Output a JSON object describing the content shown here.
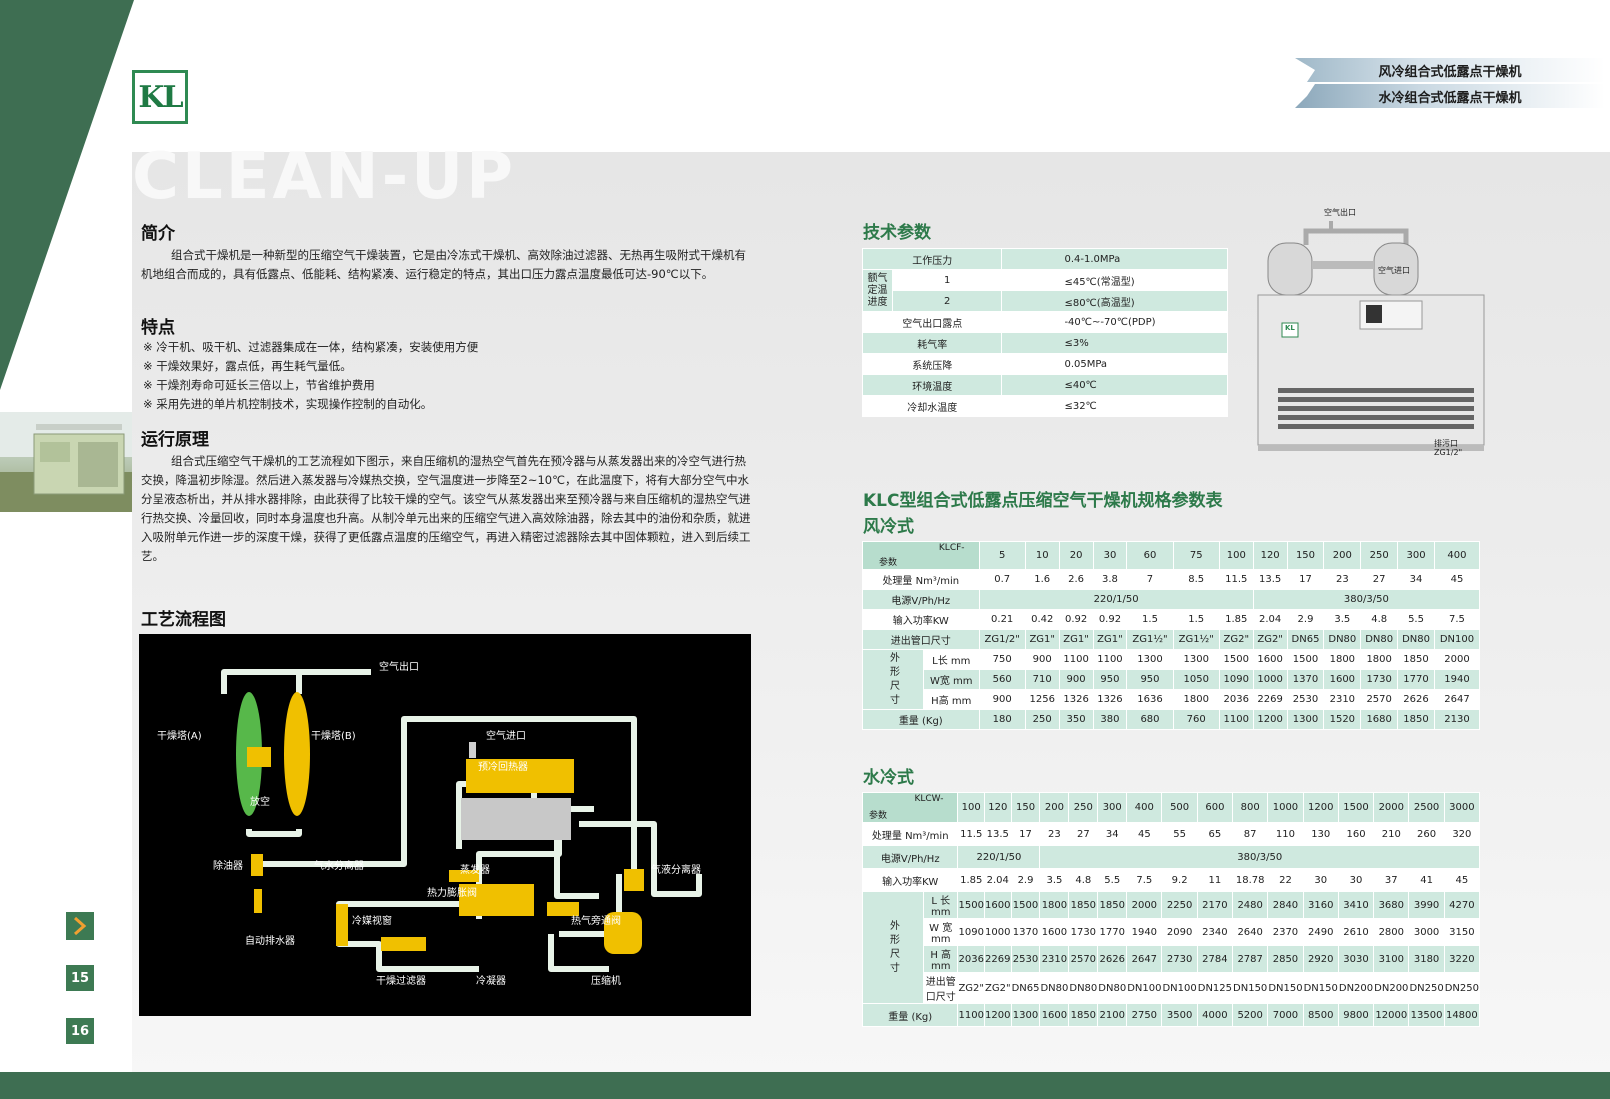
{
  "header": {
    "logo_text": "KL",
    "watermark": "CLEAN-UP",
    "tab1": "风冷组合式低露点干燥机",
    "tab2": "水冷组合式低露点干燥机"
  },
  "intro": {
    "title": "简介",
    "body": "组合式干燥机是一种新型的压缩空气干燥装置，它是由冷冻式干燥机、高效除油过滤器、无热再生吸附式干燥机有机地组合而成的，具有低露点、低能耗、结构紧凑、运行稳定的特点，其出口压力露点温度最低可达-90℃以下。"
  },
  "features": {
    "title": "特点",
    "items": [
      "※ 冷干机、吸干机、过滤器集成在一体，结构紧凑，安装使用方便",
      "※ 干燥效果好，露点低，再生耗气量低。",
      "※ 干燥剂寿命可延长三倍以上，节省维护费用",
      "※ 采用先进的单片机控制技术，实现操作控制的自动化。"
    ]
  },
  "principle": {
    "title": "运行原理",
    "body": "组合式压缩空气干燥机的工艺流程如下图示，来自压缩机的湿热空气首先在预冷器与从蒸发器出来的冷空气进行热交换，降温初步除湿。然后进入蒸发器与冷媒热交换，空气温度进一步降至2~10℃，在此温度下，将有大部分空气中水分呈液态析出，并从排水器排除，由此获得了比较干燥的空气。该空气从蒸发器出来至预冷器与来自压缩机的湿热空气进行热交换、冷量回收，同时本身温度也升高。从制冷单元出来的压缩空气进入高效除油器，除去其中的油份和杂质，就进入吸附单元作进一步的深度干燥，获得了更低露点温度的压缩空气，再进入精密过滤器除去其中固体颗粒，进入到后续工艺。"
  },
  "flow": {
    "title": "工艺流程图",
    "labels": {
      "air_out": "空气出口",
      "tower_a": "干燥塔(A)",
      "tower_b": "干燥塔(B)",
      "vent": "放空",
      "oil_remover": "除油器",
      "auto_drain": "自动排水器",
      "air_in": "空气进口",
      "precooler": "预冷回热器",
      "evaporator": "蒸发器",
      "water_separator": "气水分离器",
      "expansion_valve": "热力膨胀阀",
      "sight_glass": "冷媒视窗",
      "hot_gas_bypass": "热气旁通阀",
      "gas_liquid_sep": "气液分离器",
      "filter_drier": "干燥过滤器",
      "condenser": "冷凝器",
      "compressor": "压缩机"
    }
  },
  "tech": {
    "title": "技术参数",
    "rows": [
      {
        "label": "工作压力",
        "value": "0.4-1.0MPa"
      },
      {
        "label": "1",
        "value": "≤45℃(常温型)"
      },
      {
        "label": "2",
        "value": "≤80℃(高温型)"
      },
      {
        "label": "空气出口露点",
        "value": "-40℃~-70℃(PDP)"
      },
      {
        "label": "耗气率",
        "value": "≤3%"
      },
      {
        "label": "系统压降",
        "value": "0.05MPa"
      },
      {
        "label": "环境温度",
        "value": "≤40℃"
      },
      {
        "label": "冷却水温度",
        "value": "≤32℃"
      }
    ],
    "rated_inlet_temp": "额气定温进度"
  },
  "machine": {
    "air_out": "空气出口",
    "air_in": "空气进口",
    "drain": "排污口",
    "drain_size": "ZG1/2\"",
    "badge": "KL"
  },
  "spec": {
    "title": "KLC型组合式低露点压缩空气干燥机规格参数表",
    "air_title": "风冷式",
    "water_title": "水冷式",
    "param_label": "参数",
    "dim_label": "外形尺寸",
    "air": {
      "model": "KLCF-",
      "models": [
        "5",
        "10",
        "20",
        "30",
        "60",
        "75",
        "100",
        "120",
        "150",
        "200",
        "250",
        "300",
        "400"
      ],
      "flow_label": "处理量 Nm³/min",
      "flow": [
        "0.7",
        "1.6",
        "2.6",
        "3.8",
        "7",
        "8.5",
        "11.5",
        "13.5",
        "17",
        "23",
        "27",
        "34",
        "45"
      ],
      "power_label": "电源V/Ph/Hz",
      "power_a": "220/1/50",
      "power_b": "380/3/50",
      "input_label": "输入功率KW",
      "input": [
        "0.21",
        "0.42",
        "0.92",
        "0.92",
        "1.5",
        "1.5",
        "1.85",
        "2.04",
        "2.9",
        "3.5",
        "4.8",
        "5.5",
        "7.5"
      ],
      "pipe_label": "进出管口尺寸",
      "pipe": [
        "ZG1/2\"",
        "ZG1\"",
        "ZG1\"",
        "ZG1\"",
        "ZG1½\"",
        "ZG1½\"",
        "ZG2\"",
        "ZG2\"",
        "DN65",
        "DN80",
        "DN80",
        "DN80",
        "DN100"
      ],
      "l_label": "L长 mm",
      "l": [
        "750",
        "900",
        "1100",
        "1100",
        "1300",
        "1300",
        "1500",
        "1600",
        "1500",
        "1800",
        "1800",
        "1850",
        "2000"
      ],
      "w_label": "W宽 mm",
      "w": [
        "560",
        "710",
        "900",
        "950",
        "950",
        "1050",
        "1090",
        "1000",
        "1370",
        "1600",
        "1730",
        "1770",
        "1940"
      ],
      "h_label": "H高 mm",
      "h": [
        "900",
        "1256",
        "1326",
        "1326",
        "1636",
        "1800",
        "2036",
        "2269",
        "2530",
        "2310",
        "2570",
        "2626",
        "2647"
      ],
      "weight_label": "重量 (Kg)",
      "weight": [
        "180",
        "250",
        "350",
        "380",
        "680",
        "760",
        "1100",
        "1200",
        "1300",
        "1520",
        "1680",
        "1850",
        "2130"
      ]
    },
    "water": {
      "model": "KLCW-",
      "models": [
        "100",
        "120",
        "150",
        "200",
        "250",
        "300",
        "400",
        "500",
        "600",
        "800",
        "1000",
        "1200",
        "1500",
        "2000",
        "2500",
        "3000"
      ],
      "flow_label": "处理量 Nm³/min",
      "flow": [
        "11.5",
        "13.5",
        "17",
        "23",
        "27",
        "34",
        "45",
        "55",
        "65",
        "87",
        "110",
        "130",
        "160",
        "210",
        "260",
        "320"
      ],
      "power_label": "电源V/Ph/Hz",
      "power_a": "220/1/50",
      "power_b": "380/3/50",
      "input_label": "输入功率KW",
      "input": [
        "1.85",
        "2.04",
        "2.9",
        "3.5",
        "4.8",
        "5.5",
        "7.5",
        "9.2",
        "11",
        "18.78",
        "22",
        "30",
        "30",
        "37",
        "41",
        "45"
      ],
      "l_label": "L 长 mm",
      "l": [
        "1500",
        "1600",
        "1500",
        "1800",
        "1850",
        "1850",
        "2000",
        "2250",
        "2170",
        "2480",
        "2840",
        "3160",
        "3410",
        "3680",
        "3990",
        "4270"
      ],
      "w_label": "W 宽 mm",
      "w": [
        "1090",
        "1000",
        "1370",
        "1600",
        "1730",
        "1770",
        "1940",
        "2090",
        "2340",
        "2640",
        "2370",
        "2490",
        "2610",
        "2800",
        "3000",
        "3150"
      ],
      "h_label": "H 高 mm",
      "h": [
        "2036",
        "2269",
        "2530",
        "2310",
        "2570",
        "2626",
        "2647",
        "2730",
        "2784",
        "2787",
        "2850",
        "2920",
        "3030",
        "3100",
        "3180",
        "3220"
      ],
      "pipe_label": "进出管口尺寸",
      "pipe": [
        "ZG2\"",
        "ZG2\"",
        "DN65",
        "DN80",
        "DN80",
        "DN80",
        "DN100",
        "DN100",
        "DN125",
        "DN150",
        "DN150",
        "DN150",
        "DN200",
        "DN200",
        "DN250",
        "DN250"
      ],
      "weight_label": "重量 (Kg)",
      "weight": [
        "1100",
        "1200",
        "1300",
        "1600",
        "1850",
        "2100",
        "2750",
        "3500",
        "4000",
        "5200",
        "7000",
        "8500",
        "9800",
        "12000",
        "13500",
        "14800"
      ]
    }
  },
  "pages": {
    "p1": "15",
    "p2": "16"
  }
}
